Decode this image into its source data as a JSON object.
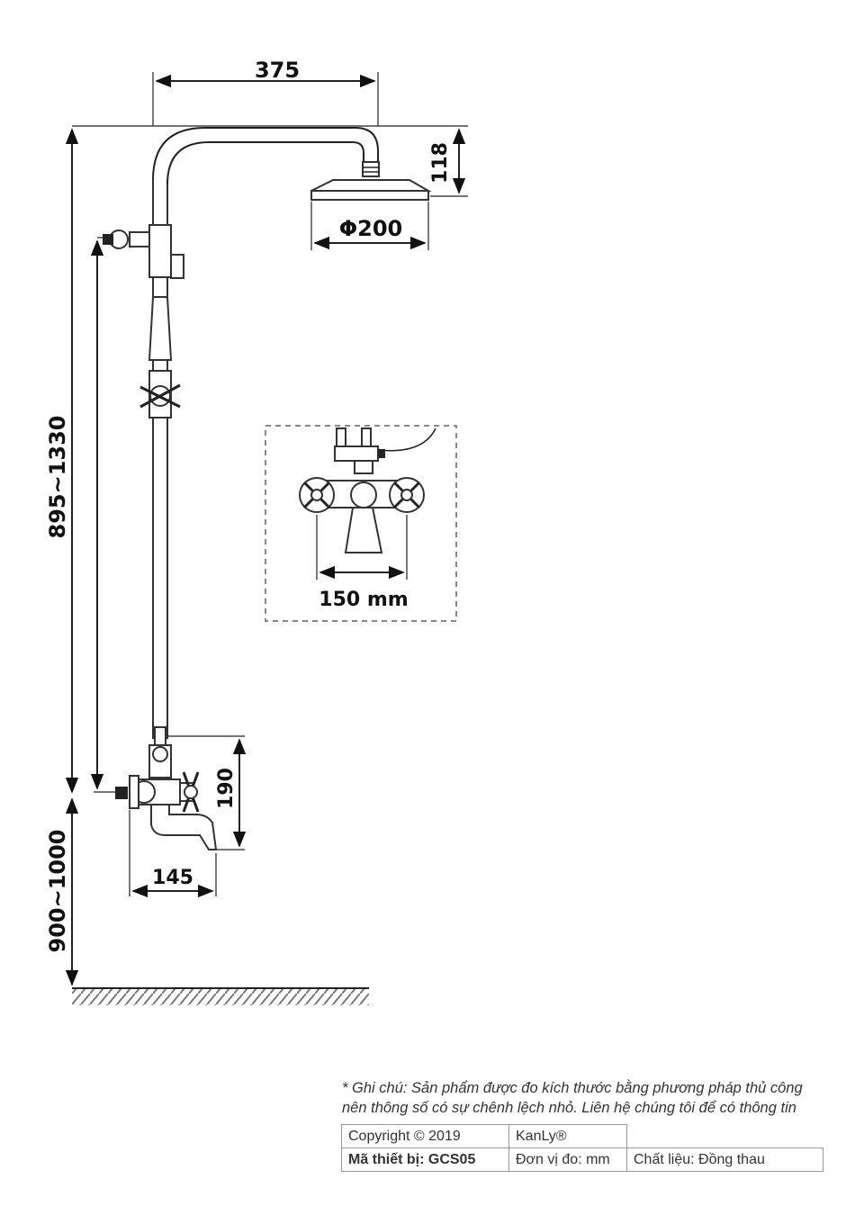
{
  "dimensions": {
    "arm_length": "375",
    "head_height": "118",
    "head_diameter": "Φ200",
    "total_height": "895~1330",
    "valve_height": "190",
    "spout_length": "145",
    "floor_height": "900~1000",
    "inset_spacing": "150 mm"
  },
  "note": {
    "line1": "* Ghi chú: Sản phẩm được đo kích thước bằng phương pháp thủ công",
    "line2": "nên thông số có sự chênh lệch nhỏ. Liên hệ chúng tôi để có thông tin"
  },
  "info_table": {
    "copyright": "Copyright © 2019",
    "brand": "KanLy®",
    "model": "Mã thiết bị: GCS05",
    "unit": "Đơn vị đo: mm",
    "material": "Chất liệu: Đồng thau"
  },
  "colors": {
    "line": "#222222",
    "text": "#111111"
  }
}
